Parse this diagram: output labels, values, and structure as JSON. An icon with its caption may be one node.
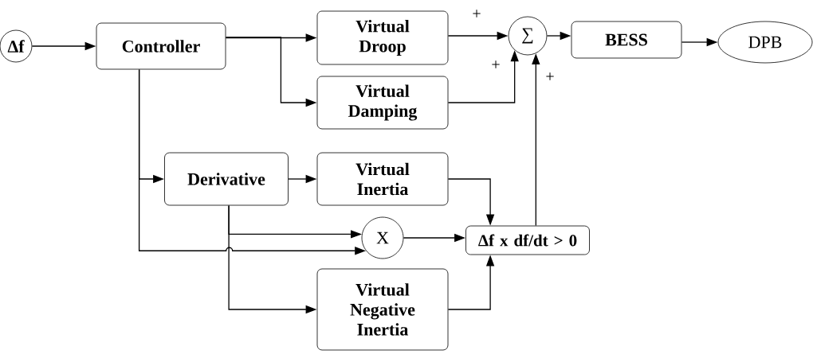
{
  "diagram": {
    "nodes": [
      {
        "text": [
          "Δf"
        ]
      },
      {
        "text": [
          "Controller"
        ]
      },
      {
        "text": [
          "Virtual Droop"
        ]
      },
      {
        "text": [
          "Virtual Damping"
        ]
      },
      {
        "text": [
          "∑"
        ]
      },
      {
        "text": [
          "BESS"
        ]
      },
      {
        "text": [
          "DPB"
        ]
      },
      {
        "text": [
          "Derivative"
        ]
      },
      {
        "text": [
          "Virtual Inertia"
        ]
      },
      {
        "text": [
          "X"
        ]
      },
      {
        "text": [
          "Δf x df/dt > 0"
        ]
      },
      {
        "text": [
          "Virtual Negative Inertia"
        ]
      }
    ],
    "edges": [
      {
        "from": 0,
        "to": 1,
        "arrow": "to"
      },
      {
        "from": 1,
        "to": 2,
        "arrow": "to"
      },
      {
        "from": 1,
        "to": 3,
        "arrow": "to"
      },
      {
        "from": 2,
        "to": 4,
        "arrow": "to",
        "label": "+"
      },
      {
        "from": 3,
        "to": 4,
        "arrow": "to",
        "label": "+"
      },
      {
        "from": 10,
        "to": 4,
        "arrow": "to",
        "label": "+"
      },
      {
        "from": 4,
        "to": 5,
        "arrow": "to"
      },
      {
        "from": 5,
        "to": 6,
        "arrow": "to"
      },
      {
        "from": 1,
        "to": 7,
        "arrow": "to"
      },
      {
        "from": 7,
        "to": 8,
        "arrow": "to"
      },
      {
        "from": 7,
        "to": 9,
        "arrow": "to"
      },
      {
        "from": 1,
        "to": 9,
        "arrow": "to"
      },
      {
        "from": 7,
        "to": 11,
        "arrow": "to"
      },
      {
        "from": 8,
        "to": 10,
        "arrow": "to"
      },
      {
        "from": 9,
        "to": 10,
        "arrow": "to"
      },
      {
        "from": 11,
        "to": 10,
        "arrow": "to"
      }
    ]
  }
}
